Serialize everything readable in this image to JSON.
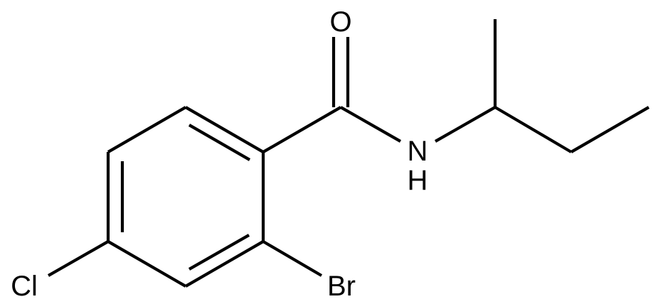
{
  "molecule": {
    "atoms": {
      "oxygen": "O",
      "nitrogen": "N",
      "hydrogen": "H",
      "chlorine": "Cl",
      "bromine": "Br"
    },
    "colors": {
      "bond": "#000000",
      "background": "#ffffff"
    }
  }
}
